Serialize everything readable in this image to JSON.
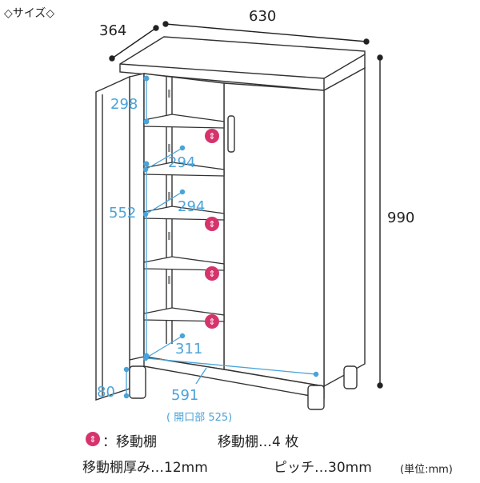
{
  "header": {
    "title": "◇サイズ◇"
  },
  "dimensions": {
    "depth": "364",
    "width": "630",
    "height": "990",
    "shelf_top_gap": "298",
    "shelf_depth_1": "294",
    "shelf_depth_2": "294",
    "inner_height": "552",
    "bottom_depth": "311",
    "leg_height": "80",
    "inner_width": "591",
    "opening_width": "( 開口部 525)"
  },
  "legend": {
    "movable_shelf": "：移動棚",
    "shelf_count": "移動棚…4 枚",
    "shelf_thickness": "移動棚厚み…12mm",
    "pitch": "ピッチ…30mm",
    "unit": "(単位:mm)"
  },
  "colors": {
    "outline": "#333333",
    "dimension_blue": "#4aa3d9",
    "marker_pink": "#d6336c"
  }
}
